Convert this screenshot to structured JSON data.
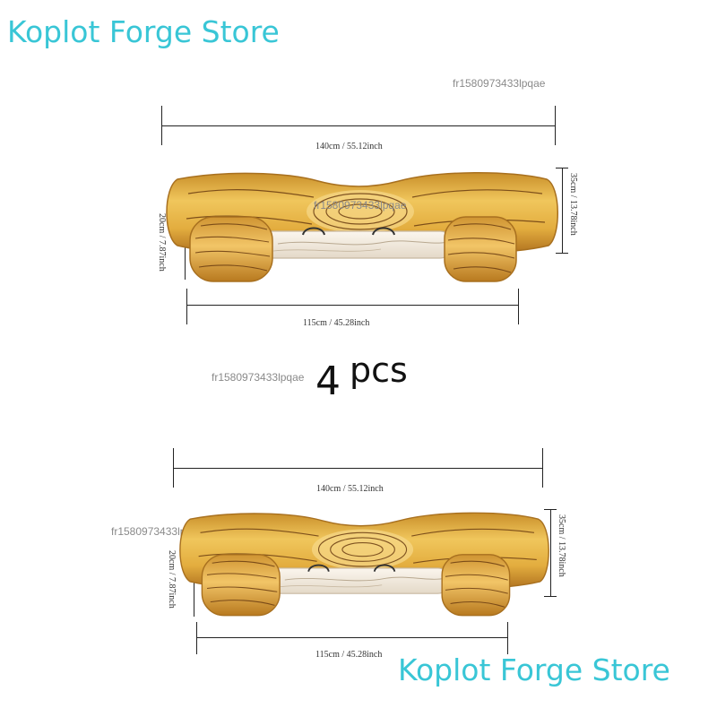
{
  "store_name_top": "Koplot Forge Store",
  "store_name_bottom": "Koplot Forge Store",
  "watermark": "fr1580973433lpqae",
  "quantity": {
    "number": "4",
    "unit": "pcs"
  },
  "dimensions": {
    "total_length": "140cm / 55.12inch",
    "dumbbell_length": "115cm / 45.28inch",
    "pillow_height": "35cm / 13.78inch",
    "dumbbell_height": "20cm / 7.87inch"
  },
  "colors": {
    "store_text": "#39c6d6",
    "wood_light": "#f3cf6a",
    "wood_dark": "#b5781e",
    "grain": "#6b3d12",
    "handle": "#f3ece1"
  }
}
